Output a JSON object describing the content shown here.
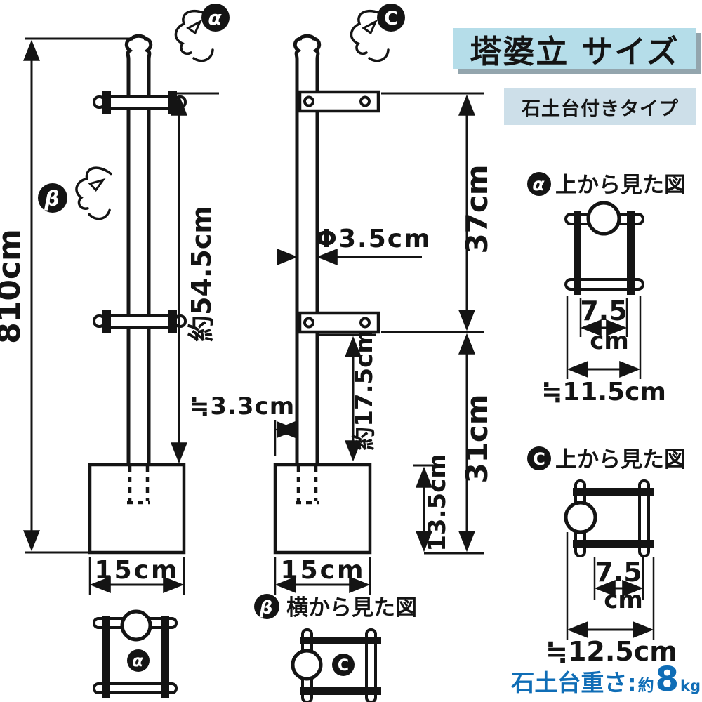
{
  "header": {
    "title": "塔婆立 サイズ",
    "subtitle": "石土台付きタイプ"
  },
  "badges": {
    "alpha": "α",
    "beta": "β",
    "c": "C"
  },
  "headings": {
    "top_view": "上から見た図",
    "side_view": "横から見た図"
  },
  "front_view": {
    "total_height": "810cm",
    "bracket_span": "約54.5cm",
    "base_width": "15cm"
  },
  "side_view": {
    "pole_diameter": "Φ3.5cm",
    "pole_offset": "≒3.3cm",
    "bracket_to_base": "約17.5cm",
    "upper_section": "37cm",
    "lower_section": "31cm",
    "base_height": "13.5cm",
    "base_width": "15cm"
  },
  "alpha_top_view": {
    "inner_width": "7.5",
    "inner_unit": "cm",
    "outer_width": "≒11.5cm"
  },
  "c_top_view": {
    "inner_width": "7.5",
    "inner_unit": "cm",
    "outer_width": "≒12.5cm"
  },
  "footer": {
    "weight_label": "石土台重さ:",
    "weight_prefix": "約",
    "weight_value": "8",
    "weight_unit": "kg"
  },
  "colors": {
    "title_bg": "#b5dde9",
    "subtitle_bg": "#cddfe9",
    "accent_blue": "#0f6db6",
    "ink": "#141414"
  }
}
